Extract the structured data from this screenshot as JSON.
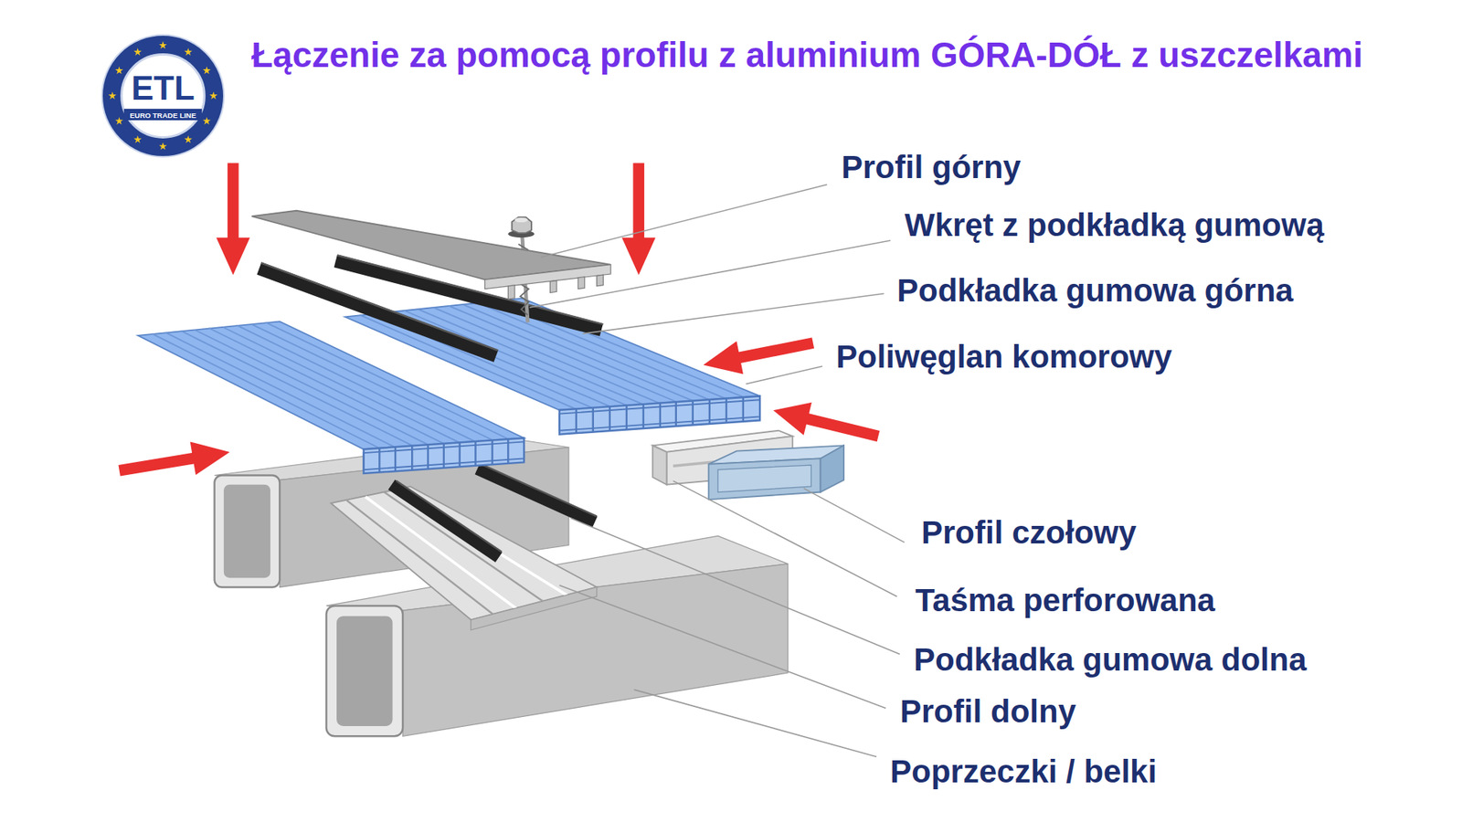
{
  "diagram": {
    "title": "Łączenie za pomocą profilu z aluminium GÓRA-DÓŁ z uszczelkami",
    "nodes": [
      {
        "text": [
          "ETL",
          "EURO TRADE LINE"
        ]
      }
    ],
    "labels": [
      "Profil górny",
      "Wkręt z podkładką gumową",
      "Podkładka gumowa górna",
      "Poliwęglan komorowy",
      "Profil czołowy",
      "Taśma perforowana",
      "Podkładka gumowa dolna",
      "Profil dolny",
      "Poprzeczki / belki"
    ]
  }
}
